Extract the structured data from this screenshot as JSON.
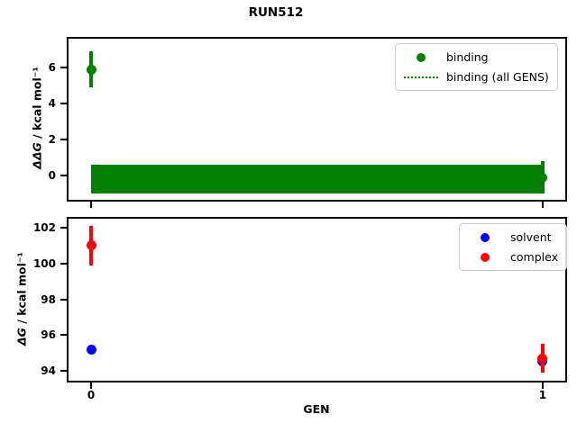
{
  "figure": {
    "title": "RUN512",
    "background": "#ffffff"
  },
  "colors": {
    "binding": "#008000",
    "solvent": "#0000ff",
    "complex": "#ff0000"
  },
  "axes": {
    "top": {
      "ylabel_symbol": "ΔΔG",
      "ylabel_units": " / kcal mol⁻¹"
    },
    "bottom": {
      "ylabel_symbol": "ΔG",
      "ylabel_units": " / kcal mol⁻¹",
      "xlabel": "GEN"
    }
  },
  "chart_data": [
    {
      "type": "scatter",
      "subplot": "top",
      "title": "RUN512",
      "ylabel": "ΔΔG / kcal mol⁻¹",
      "xlabel": "GEN",
      "xlim": [
        -0.05,
        1.05
      ],
      "ylim": [
        -1.35,
        7.6
      ],
      "yticks": [
        0,
        2,
        4,
        6
      ],
      "xticks": [
        0,
        1
      ],
      "xticklabels_visible": false,
      "grid": false,
      "series": [
        {
          "name": "binding",
          "color": "#008000",
          "marker": "circle",
          "x": [
            0,
            1
          ],
          "y": [
            5.9,
            -0.1
          ],
          "yerr": [
            1.0,
            0.9
          ]
        }
      ],
      "band": {
        "name": "binding (all GENS)",
        "color": "#008000",
        "line_style": "dotted",
        "x_range": [
          0,
          1
        ],
        "y_center": -0.2,
        "y_lo": -1.0,
        "y_hi": 0.6
      },
      "legend": {
        "position": "upper right",
        "entries": [
          {
            "label": "binding",
            "marker": "dot"
          },
          {
            "label": "binding (all GENS)",
            "marker": "dotted-line"
          }
        ]
      }
    },
    {
      "type": "scatter",
      "subplot": "bottom",
      "ylabel": "ΔG / kcal mol⁻¹",
      "xlabel": "GEN",
      "xlim": [
        -0.05,
        1.05
      ],
      "ylim": [
        93.45,
        102.5
      ],
      "yticks": [
        94,
        96,
        98,
        100,
        102
      ],
      "xticks": [
        0,
        1
      ],
      "xticklabels_visible": true,
      "grid": false,
      "series": [
        {
          "name": "solvent",
          "color": "#0000ff",
          "marker": "circle",
          "x": [
            0,
            1
          ],
          "y": [
            95.2,
            94.55
          ],
          "yerr": [
            0.1,
            0.3
          ]
        },
        {
          "name": "complex",
          "color": "#ff0000",
          "marker": "circle",
          "x": [
            0,
            1
          ],
          "y": [
            101.0,
            94.7
          ],
          "yerr": [
            1.1,
            0.8
          ]
        }
      ],
      "legend": {
        "position": "upper right",
        "entries": [
          {
            "label": "solvent",
            "marker": "dot"
          },
          {
            "label": "complex",
            "marker": "dot"
          }
        ]
      }
    }
  ]
}
